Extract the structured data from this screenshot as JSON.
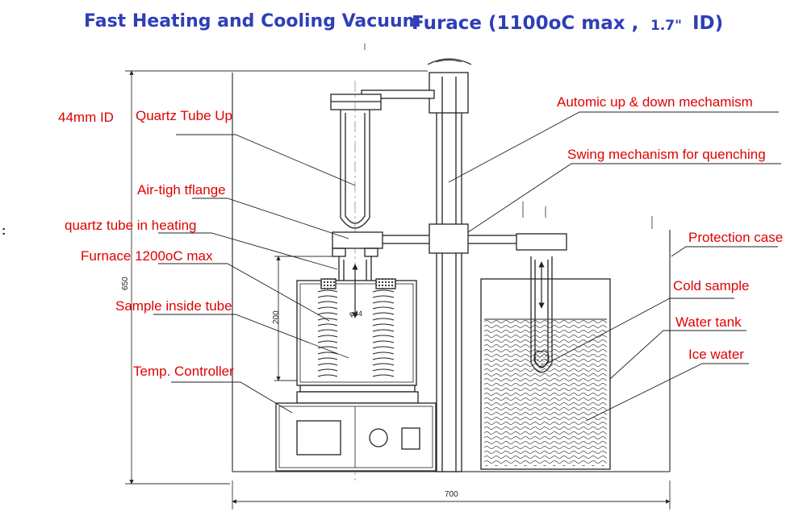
{
  "title": {
    "part1": "Fast Heating and Cooling Vacuum",
    "part2": "Furace (1100oC max ,",
    "part3": "1.7\"",
    "part4": "ID)"
  },
  "labels": {
    "tube_id": "44mm ID",
    "quartz_tube_up": "Quartz Tube Up",
    "airtight_flange": "Air-tigh tflange",
    "quartz_tube_heating": "quartz tube in heating",
    "furnace": "Furnace 1200oC max",
    "sample_inside": "Sample inside tube",
    "temp_controller": "Temp. Controller",
    "auto_updown": "Automic up & down mechamism",
    "swing": "Swing mechanism for quenching",
    "protection_case": "Protection case",
    "cold_sample": "Cold sample",
    "water_tank": "Water tank",
    "ice_water": "Ice water"
  },
  "dimensions": {
    "height": "650",
    "width": "700",
    "furnace_height": "200",
    "tube_diameter": "φ44"
  },
  "side_mark": ":",
  "colors": {
    "title": "#2f3fb8",
    "label": "#e00000",
    "line": "#222222"
  }
}
